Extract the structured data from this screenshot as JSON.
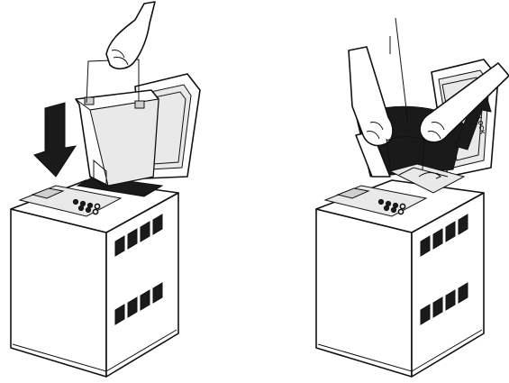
{
  "figures": [
    {
      "step": "insert-pan",
      "lid_mark_text": ""
    },
    {
      "step": "remove-pan",
      "lid_mark_text": "LOCK"
    }
  ],
  "colors": {
    "ink": "#111111",
    "paper": "#ffffff",
    "shade": "#1a1a1a"
  }
}
